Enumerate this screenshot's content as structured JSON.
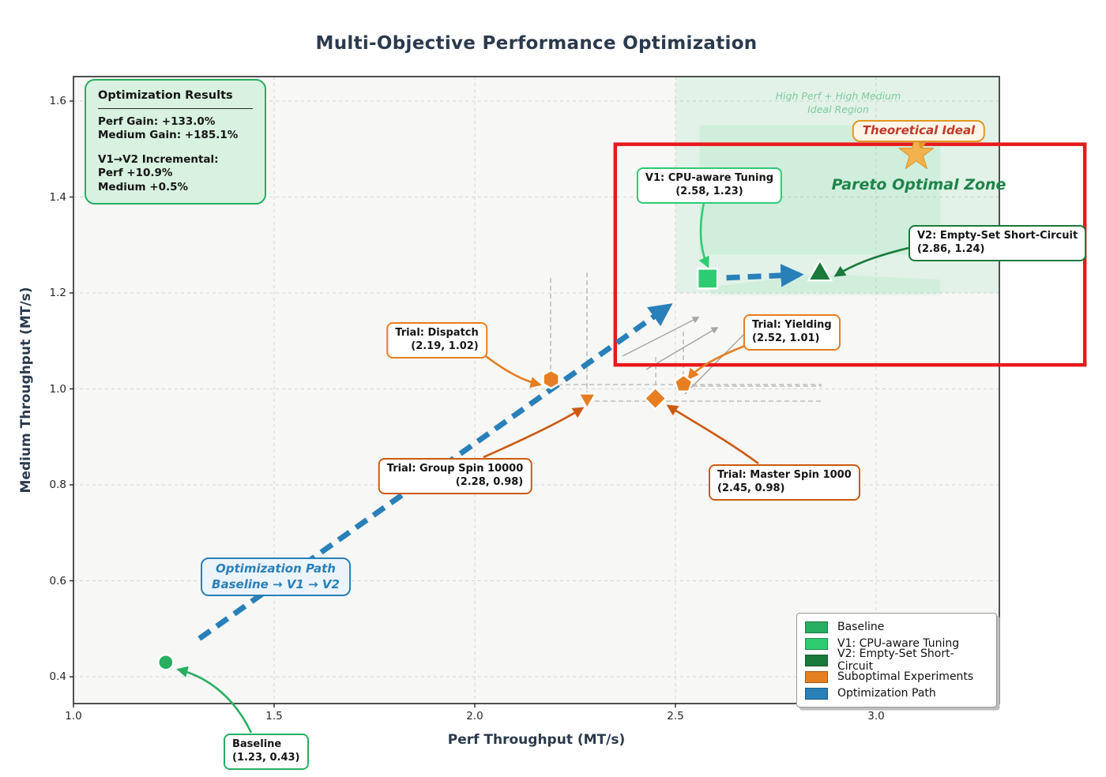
{
  "results_box": {
    "heading": "Optimization Results",
    "perf_gain": "Perf Gain: +133.0%",
    "medium_gain": "Medium Gain: +185.1%",
    "incremental_heading": "V1→V2 Incremental:",
    "incremental_perf": "Perf +10.9%",
    "incremental_medium": "Medium +0.5%"
  },
  "chart_data": {
    "type": "scatter",
    "title": "Multi-Objective Performance Optimization",
    "xlabel": "Perf Throughput (MT/s)",
    "ylabel": "Medium Throughput (MT/s)",
    "xlim": [
      1.0,
      3.31
    ],
    "ylim": [
      0.34,
      1.65
    ],
    "x_ticks": [
      1.0,
      1.5,
      2.0,
      2.5,
      3.0
    ],
    "x_tick_labels": [
      "1.0",
      "1.5",
      "2.0",
      "2.5",
      "3.0"
    ],
    "y_ticks": [
      0.4,
      0.6,
      0.8,
      1.0,
      1.2,
      1.4,
      1.6
    ],
    "y_tick_labels": [
      "0.4",
      "0.6",
      "0.8",
      "1.0",
      "1.2",
      "1.4",
      "1.6"
    ],
    "grid": true,
    "points": [
      {
        "id": "baseline",
        "label": "Baseline",
        "x": 1.23,
        "y": 0.43,
        "coord_text": "(1.23, 0.43)",
        "marker": "circle",
        "color": "#27ae60"
      },
      {
        "id": "v1",
        "label": "V1: CPU-aware Tuning",
        "x": 2.58,
        "y": 1.23,
        "coord_text": "(2.58, 1.23)",
        "marker": "square",
        "color": "#2ecc71"
      },
      {
        "id": "v2",
        "label": "V2: Empty-Set Short-Circuit",
        "x": 2.86,
        "y": 1.24,
        "coord_text": "(2.86, 1.24)",
        "marker": "triangle-up",
        "color": "#1a7a3a"
      },
      {
        "id": "dispatch",
        "label": "Trial: Dispatch",
        "x": 2.19,
        "y": 1.02,
        "coord_text": "(2.19, 1.02)",
        "marker": "hexagon",
        "color": "#e67e22"
      },
      {
        "id": "yielding",
        "label": "Trial: Yielding",
        "x": 2.52,
        "y": 1.01,
        "coord_text": "(2.52, 1.01)",
        "marker": "pentagon",
        "color": "#e67e22"
      },
      {
        "id": "group_spin",
        "label": "Trial: Group Spin 10000",
        "x": 2.28,
        "y": 0.98,
        "coord_text": "(2.28, 0.98)",
        "marker": "triangle-down",
        "color": "#e67e22"
      },
      {
        "id": "master_spin",
        "label": "Trial: Master Spin 1000",
        "x": 2.45,
        "y": 0.98,
        "coord_text": "(2.45, 0.98)",
        "marker": "diamond",
        "color": "#e67e22"
      }
    ],
    "ideal_point": {
      "label": "Theoretical Ideal",
      "x": 3.1,
      "y": 1.49,
      "marker": "star",
      "color": "#f2b24e"
    },
    "optimization_path": {
      "color": "#2980b9",
      "segments": [
        [
          "baseline",
          "v1"
        ],
        [
          "v1",
          "v2"
        ]
      ],
      "label_line1": "Optimization Path",
      "label_line2": "Baseline → V1 → V2"
    },
    "regions": {
      "ideal_region": {
        "x_range": [
          2.5,
          3.31
        ],
        "y_range": [
          1.2,
          1.65
        ],
        "fill": "#2ecc71",
        "label_line1": "High Perf + High Medium",
        "label_line2": "Ideal Region"
      },
      "inner_region": {
        "x_range": [
          2.56,
          3.16
        ],
        "y_range": [
          1.28,
          1.55
        ],
        "fill": "#2ecc71"
      },
      "pareto_highlight": {
        "x_range": [
          2.35,
          3.52
        ],
        "y_range": [
          1.05,
          1.51
        ],
        "border_color": "#e8191c",
        "label": "Pareto Optimal Zone"
      }
    },
    "legend": {
      "position": "lower right",
      "items": [
        {
          "label": "Baseline",
          "color": "#27ae60"
        },
        {
          "label": "V1: CPU-aware Tuning",
          "color": "#2ecc71"
        },
        {
          "label": "V2: Empty-Set Short-Circuit",
          "color": "#1a7a3a"
        },
        {
          "label": "Suboptimal Experiments",
          "color": "#e67e22"
        },
        {
          "label": "Optimization Path",
          "color": "#2980b9"
        }
      ]
    }
  }
}
